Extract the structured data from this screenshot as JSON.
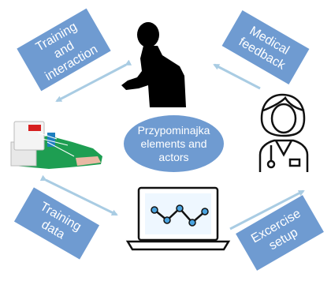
{
  "center_label": "Przypominajka\nelements and\nactors",
  "boxes": {
    "training_interaction": "Training\nand\ninteraction",
    "medical_feedback": "Medical\nfeedback",
    "training_data": "Training\ndata",
    "exercise_setup": "Excercise\nsetup"
  },
  "icons": [
    "person-reading-icon",
    "glove-device-icon",
    "doctor-icon",
    "laptop-chart-icon"
  ],
  "colors": {
    "box_fill": "#6f9bd1",
    "arrow": "#a9cce3",
    "text": "#ffffff",
    "icon": "#000000"
  }
}
